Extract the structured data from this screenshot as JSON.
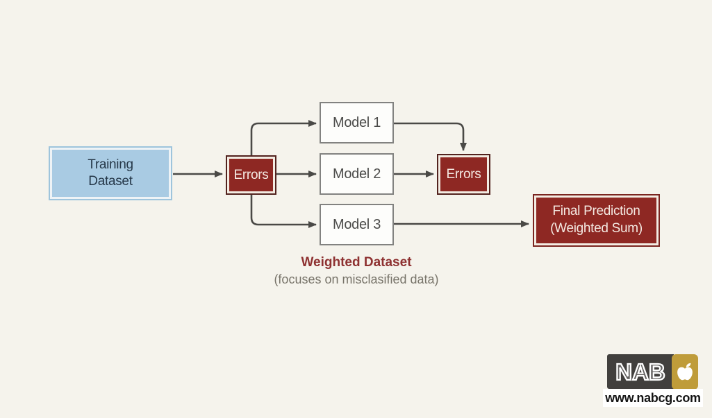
{
  "colors": {
    "bg": "#f5f3ec",
    "arrow": "#4a4946",
    "blue-fill": "#a9cbe3",
    "blue-border": "#9ec4dc",
    "blue-gap": "#eef3f6",
    "red-fill": "#8e2823",
    "red-outer": "#52221e",
    "red-outer-light": "#7a241f",
    "cream-gap": "#f3ece3",
    "model-border": "#828280",
    "model-fill": "#fdfdfb",
    "model-text": "#4c4c4a",
    "navy-text": "#263849",
    "box-white-text": "#f4e9e2",
    "caption-red": "#8e3131",
    "caption-gray": "#78746a",
    "logo-dark": "#413f3d",
    "logo-gold": "#bf9c3a"
  },
  "nodes": {
    "training": {
      "line1": "Training",
      "line2": "Dataset"
    },
    "errors1": {
      "label": "Errors"
    },
    "model1": {
      "label": "Model 1"
    },
    "model2": {
      "label": "Model 2"
    },
    "model3": {
      "label": "Model 3"
    },
    "errors2": {
      "label": "Errors"
    },
    "final": {
      "line1": "Final Prediction",
      "line2": "(Weighted Sum)"
    }
  },
  "caption": {
    "title": "Weighted Dataset",
    "subtitle": "(focuses on misclasified data)"
  },
  "logo": {
    "brand": "NAB",
    "icon": "apple-icon",
    "website": "www.nabcg.com"
  }
}
